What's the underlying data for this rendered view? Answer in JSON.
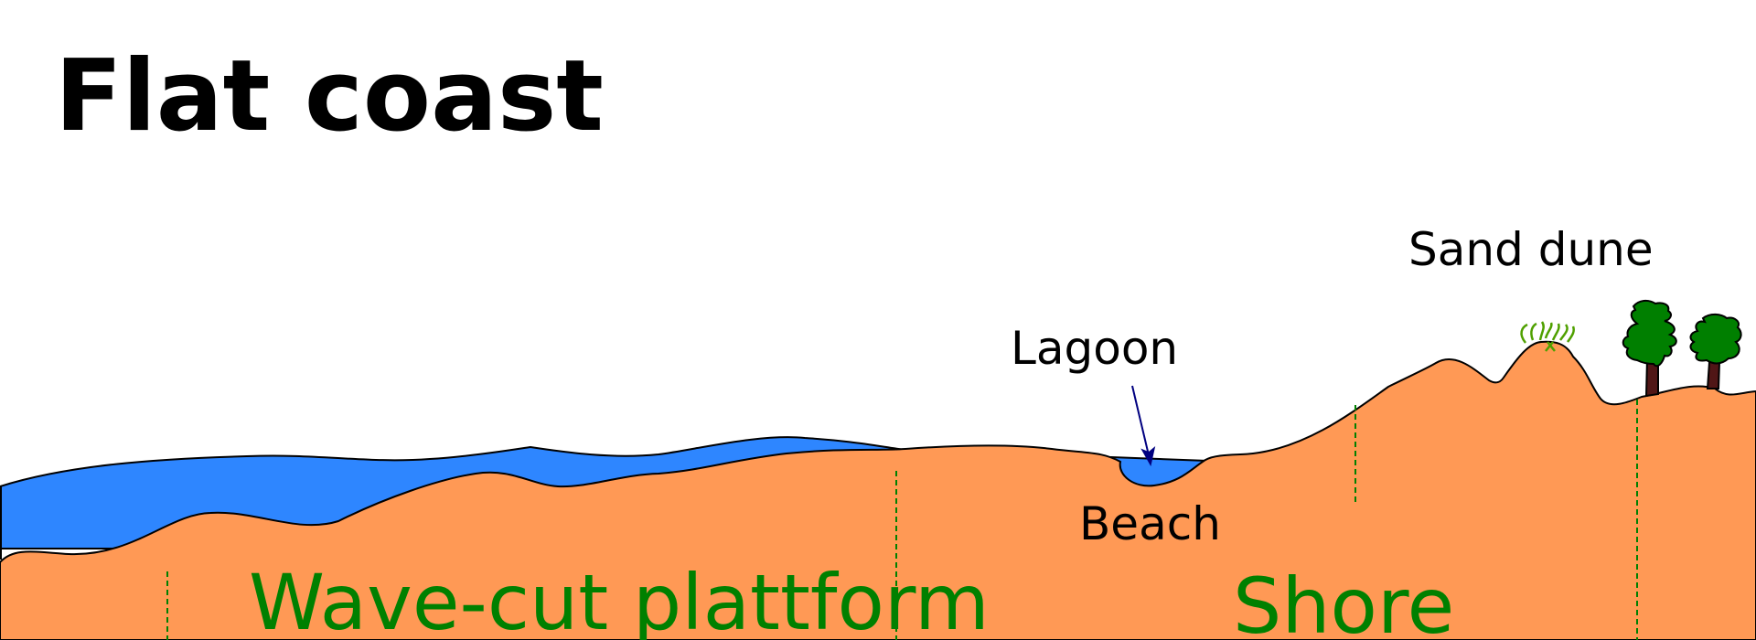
{
  "title": "Flat coast",
  "labels": {
    "sand_dune": "Sand dune",
    "lagoon": "Lagoon",
    "beach": "Beach"
  },
  "zones": {
    "wave_cut_platform": "Wave-cut plattform",
    "shore": "Shore"
  },
  "colors": {
    "sea": "#2e86ff",
    "land": "#ff9955",
    "zone_text": "#008000",
    "zone_divider": "#008000",
    "arrow": "#000080",
    "tree_foliage": "#007f00",
    "tree_trunk": "#501616",
    "grass": "#4fa000"
  }
}
